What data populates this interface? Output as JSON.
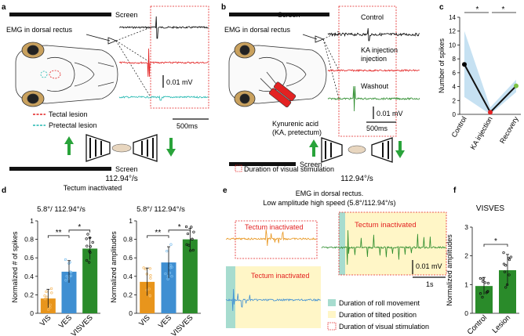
{
  "panels": {
    "a": {
      "label": "a",
      "screen_label": "Screen",
      "emg_label": "EMG in dorsal rectus",
      "legend_tectal": "Tectal lesion",
      "legend_pretectal": "Pretectal lesion",
      "scale_voltage": "0.01 mV",
      "scale_time": "500ms",
      "speed": "112.94°/s",
      "colors": {
        "tectal": "#e32222",
        "pretectal": "#22b8b0",
        "arrow": "#29a33a"
      }
    },
    "b": {
      "label": "b",
      "screen_label": "Screen",
      "emg_label": "EMG in dorsal rectus",
      "trace_labels": [
        "Control",
        "KA injection",
        "Washout"
      ],
      "drug_label_line1": "Kynurenic acid",
      "drug_label_line2": "(KA, pretectum)",
      "scale_voltage": "0.01 mV",
      "scale_time": "500ms",
      "speed": "112.94°/s",
      "legend": "Duration of visual stimulation"
    },
    "c": {
      "label": "c",
      "significance": [
        "*",
        "*"
      ]
    },
    "d": {
      "label": "d",
      "header": "Tectum inactivated",
      "sub_left": "5.8°/ 112.94°/s",
      "sub_right": "5.8°/ 112.94°/s",
      "significance_left": [
        "**",
        "*"
      ],
      "significance_right": [
        "**",
        "*"
      ]
    },
    "e": {
      "label": "e",
      "title_line1": "EMG in dorsal rectus.",
      "title_line2": "Low amplitude high speed (5.8°/112.94°/s)",
      "box_label": "Tectum inactivated",
      "scale_voltage": "0.01 mV",
      "scale_time": "1s",
      "legend": [
        "Duration of roll movement",
        "Duration of tilted position",
        "Duration of visual stimulation"
      ]
    },
    "f": {
      "label": "f",
      "title": "VISVES",
      "significance": "*"
    }
  },
  "chart_data": [
    {
      "id": "c",
      "type": "line",
      "categories": [
        "Control",
        "KA injection",
        "Recovery"
      ],
      "values": [
        7.2,
        0.3,
        4.1
      ],
      "ylabel": "Number of spikes",
      "ylim": [
        0,
        14
      ],
      "yticks": [
        0,
        2,
        4,
        6,
        8,
        10,
        12,
        14
      ],
      "band_upper": [
        12,
        1.0,
        5.0
      ],
      "band_lower": [
        2.5,
        0,
        3.2
      ],
      "point_colors": [
        "#000000",
        "#e32222",
        "#7cc243"
      ]
    },
    {
      "id": "d-left",
      "type": "bar",
      "categories": [
        "VIS",
        "VES",
        "VISVES"
      ],
      "values": [
        0.16,
        0.45,
        0.7
      ],
      "errors": [
        0.1,
        0.12,
        0.12
      ],
      "colors": [
        "#e8951c",
        "#3f8fd2",
        "#2a8b2a"
      ],
      "ylabel": "Normalized # of spikes",
      "ylim": [
        0,
        1
      ],
      "yticks": [
        0,
        0.2,
        0.4,
        0.6,
        0.8,
        1
      ]
    },
    {
      "id": "d-right",
      "type": "bar",
      "categories": [
        "VIS",
        "VES",
        "VISVES"
      ],
      "values": [
        0.34,
        0.55,
        0.8
      ],
      "errors": [
        0.15,
        0.17,
        0.12
      ],
      "colors": [
        "#e8951c",
        "#3f8fd2",
        "#2a8b2a"
      ],
      "ylabel": "Normalized amplitudes",
      "ylim": [
        0,
        1
      ],
      "yticks": [
        0,
        0.2,
        0.4,
        0.6,
        0.8,
        1
      ]
    },
    {
      "id": "f",
      "type": "bar",
      "categories": [
        "Control",
        "Lesion"
      ],
      "values": [
        0.95,
        1.5
      ],
      "errors": [
        0.3,
        0.55
      ],
      "colors": [
        "#2a8b2a",
        "#2a8b2a"
      ],
      "ylabel": "Normalized amplitudes",
      "ylim": [
        0,
        3
      ],
      "yticks": [
        0,
        1,
        2,
        3
      ]
    }
  ]
}
